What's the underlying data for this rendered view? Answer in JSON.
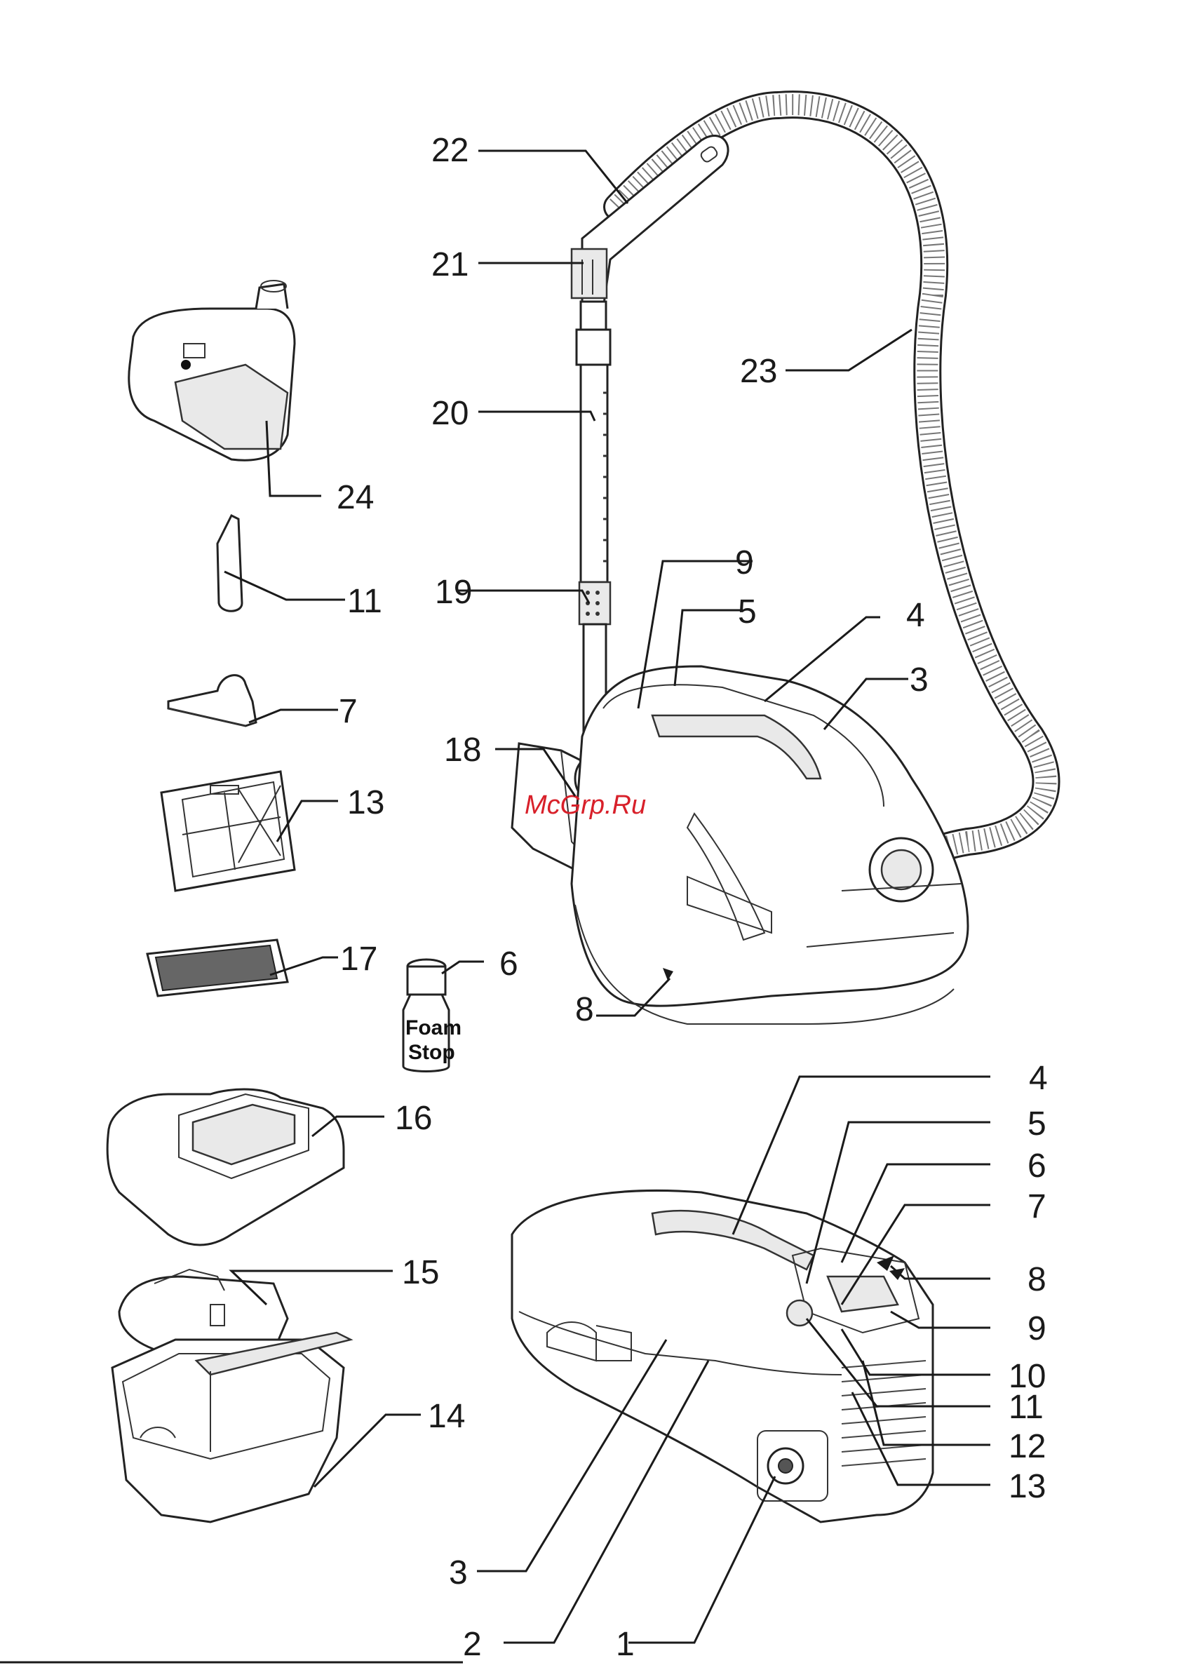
{
  "watermark": "McGrp.Ru",
  "bottle_label": [
    "Foam",
    "Stop"
  ],
  "callouts": [
    {
      "id": "c22",
      "label": "22"
    },
    {
      "id": "c21",
      "label": "21"
    },
    {
      "id": "c23",
      "label": "23"
    },
    {
      "id": "c20",
      "label": "20"
    },
    {
      "id": "c24",
      "label": "24"
    },
    {
      "id": "c11a",
      "label": "11"
    },
    {
      "id": "c19",
      "label": "19"
    },
    {
      "id": "c9a",
      "label": "9"
    },
    {
      "id": "c5a",
      "label": "5"
    },
    {
      "id": "c4a",
      "label": "4"
    },
    {
      "id": "c3a",
      "label": "3"
    },
    {
      "id": "c7a",
      "label": "7"
    },
    {
      "id": "c18",
      "label": "18"
    },
    {
      "id": "c13a",
      "label": "13"
    },
    {
      "id": "c17",
      "label": "17"
    },
    {
      "id": "c6a",
      "label": "6"
    },
    {
      "id": "c8a",
      "label": "8"
    },
    {
      "id": "c16",
      "label": "16"
    },
    {
      "id": "c15",
      "label": "15"
    },
    {
      "id": "c14",
      "label": "14"
    },
    {
      "id": "c4b",
      "label": "4"
    },
    {
      "id": "c5b",
      "label": "5"
    },
    {
      "id": "c6b",
      "label": "6"
    },
    {
      "id": "c7b",
      "label": "7"
    },
    {
      "id": "c8b",
      "label": "8"
    },
    {
      "id": "c9b",
      "label": "9"
    },
    {
      "id": "c10",
      "label": "10"
    },
    {
      "id": "c11b",
      "label": "11"
    },
    {
      "id": "c12",
      "label": "12"
    },
    {
      "id": "c13b",
      "label": "13"
    },
    {
      "id": "c3b",
      "label": "3"
    },
    {
      "id": "c2",
      "label": "2"
    },
    {
      "id": "c1",
      "label": "1"
    }
  ]
}
